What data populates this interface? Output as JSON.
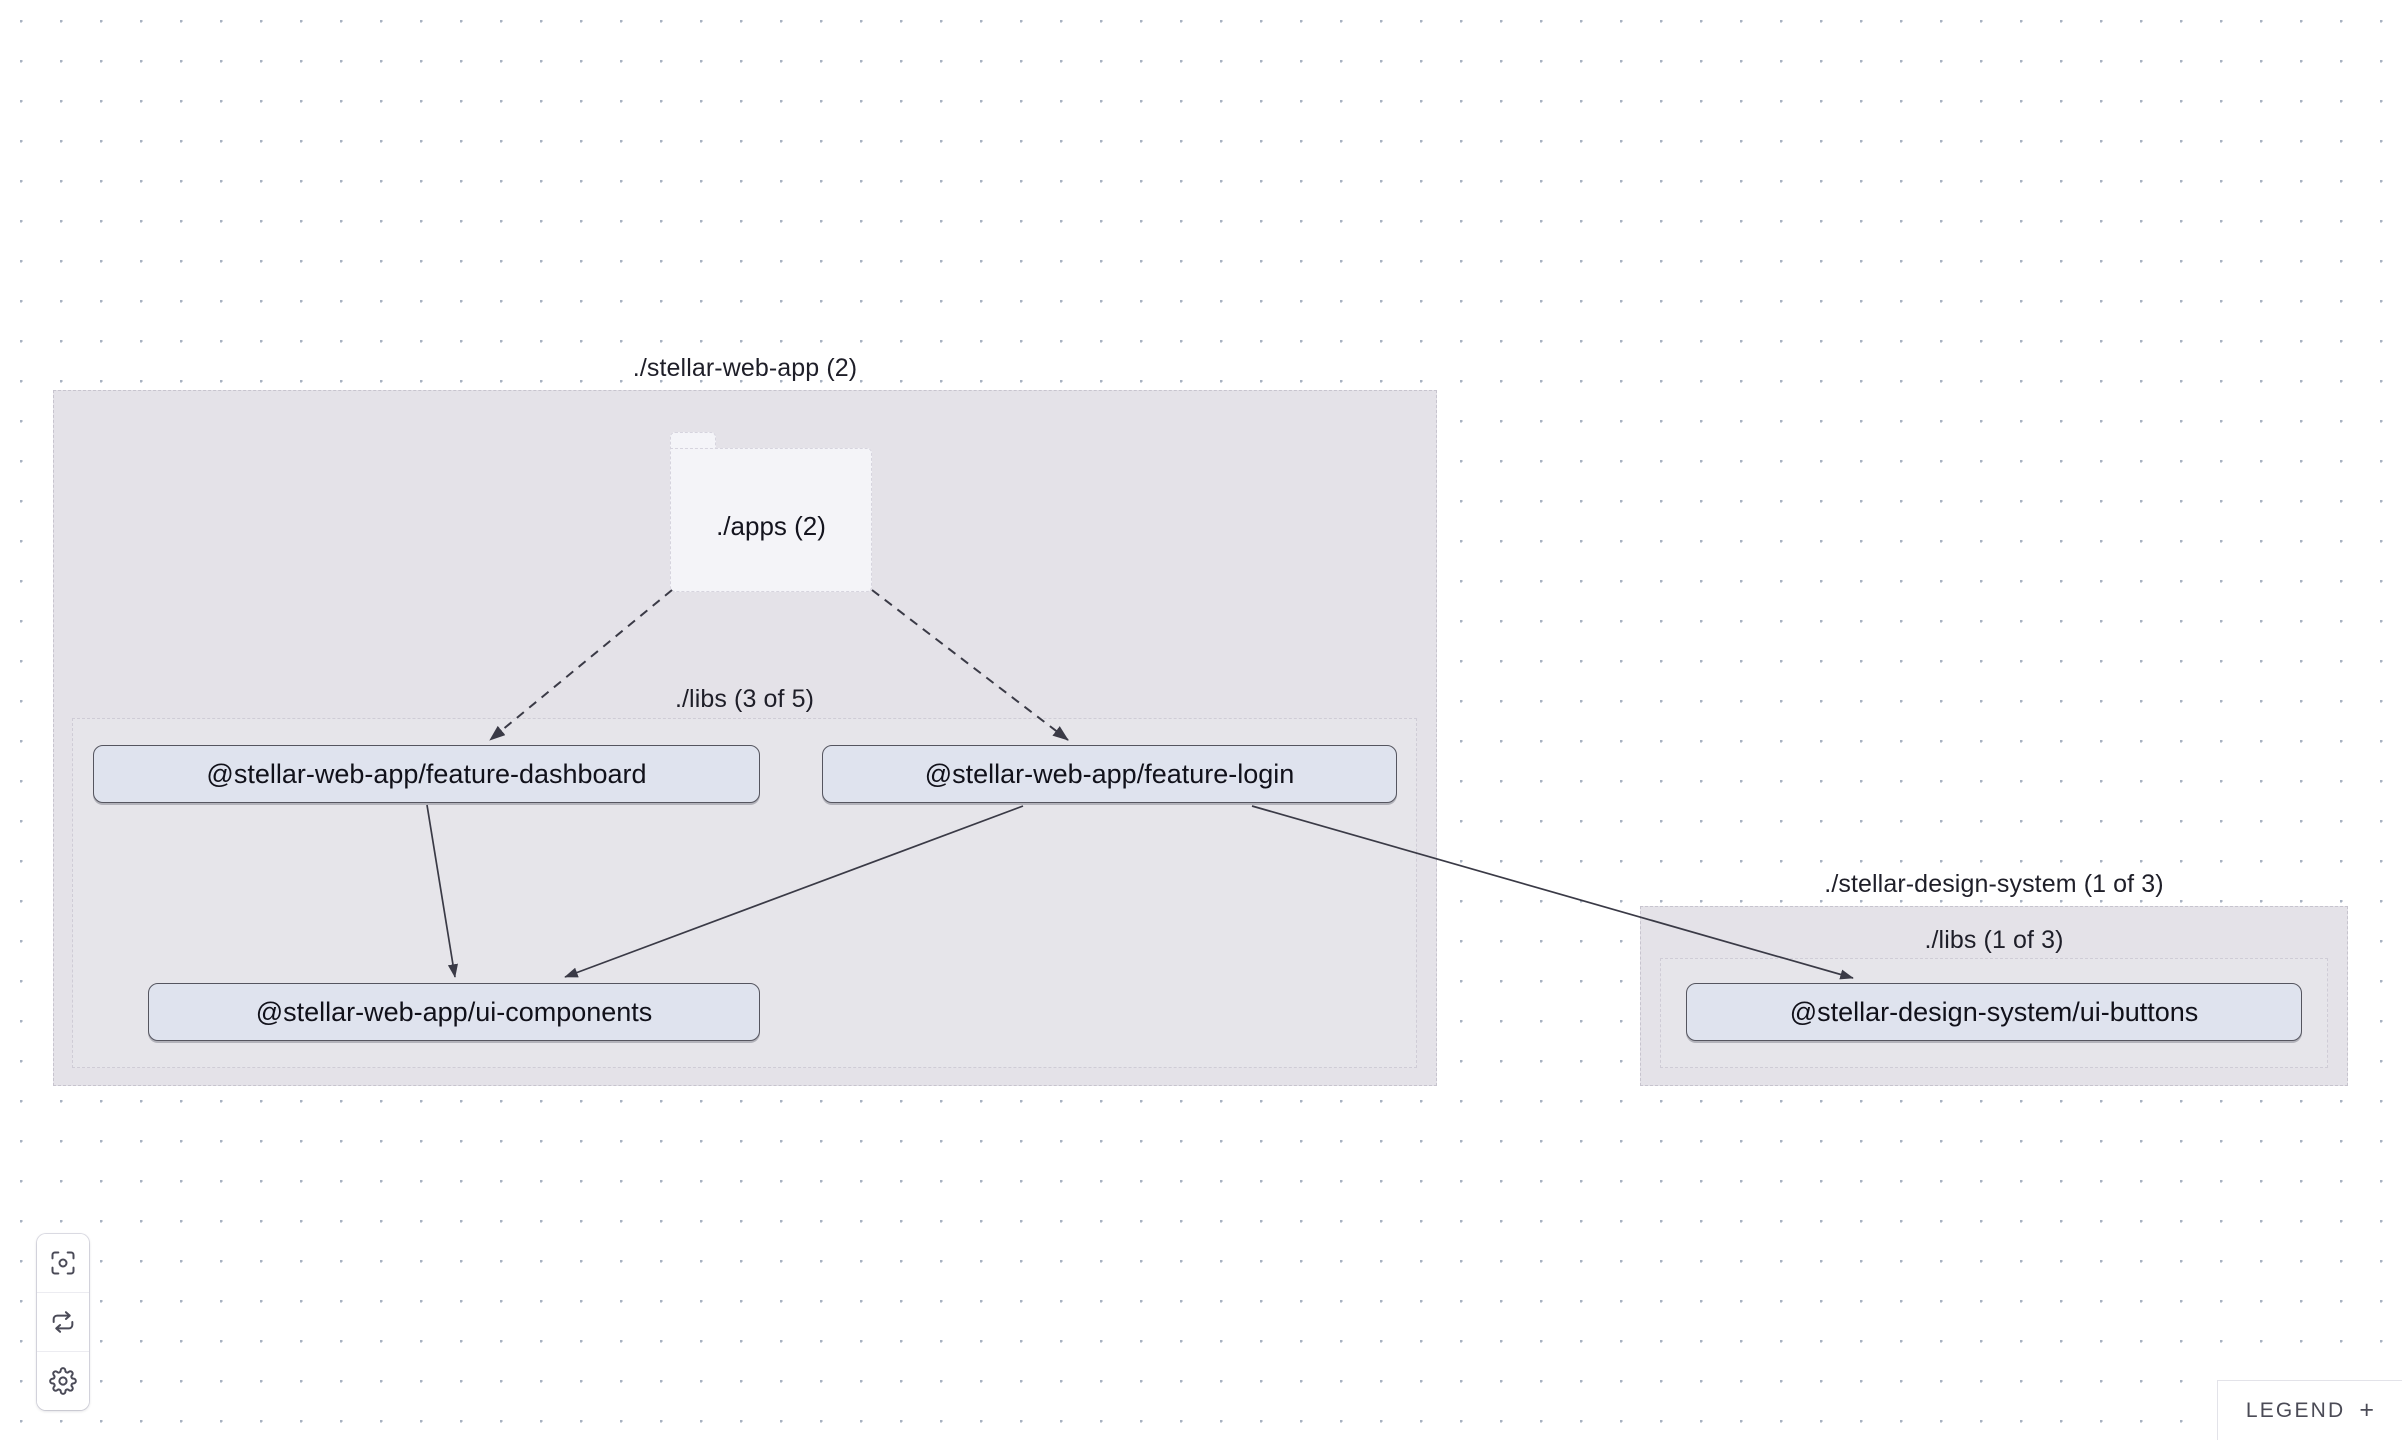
{
  "canvas": {
    "background_color": "#ffffff",
    "dot_color": "#a8b2c1",
    "grid_spacing": 40
  },
  "groups": [
    {
      "id": "stellar-web-app",
      "label": "./stellar-web-app (2)",
      "fill": "#e4e2e8",
      "border": "#c7c4ce"
    },
    {
      "id": "stellar-design-system",
      "label": "./stellar-design-system (1 of 3)",
      "fill": "#e4e2e8",
      "border": "#c7c4ce"
    }
  ],
  "directories": [
    {
      "id": "web-app-libs",
      "label": "./libs (3 of 5)"
    },
    {
      "id": "design-system-libs",
      "label": "./libs (1 of 3)"
    }
  ],
  "folder_nodes": [
    {
      "id": "apps",
      "label": "./apps (2)",
      "fill": "#f4f4f8"
    }
  ],
  "nodes": [
    {
      "id": "feature-dashboard",
      "label": "@stellar-web-app/feature-dashboard",
      "fill": "#dfe3ee",
      "border": "#55555f"
    },
    {
      "id": "feature-login",
      "label": "@stellar-web-app/feature-login",
      "fill": "#dfe3ee",
      "border": "#55555f"
    },
    {
      "id": "ui-components",
      "label": "@stellar-web-app/ui-components",
      "fill": "#dfe3ee",
      "border": "#55555f"
    },
    {
      "id": "ui-buttons",
      "label": "@stellar-design-system/ui-buttons",
      "fill": "#dfe3ee",
      "border": "#55555f"
    }
  ],
  "edges": [
    {
      "from": "apps",
      "to": "feature-dashboard",
      "style": "dashed"
    },
    {
      "from": "apps",
      "to": "feature-login",
      "style": "dashed"
    },
    {
      "from": "feature-dashboard",
      "to": "ui-components",
      "style": "solid"
    },
    {
      "from": "feature-login",
      "to": "ui-components",
      "style": "solid"
    },
    {
      "from": "feature-login",
      "to": "ui-buttons",
      "style": "solid"
    }
  ],
  "toolbar": {
    "buttons": [
      {
        "id": "focus",
        "icon": "focus-target-icon",
        "tooltip": "Focus graph"
      },
      {
        "id": "refresh",
        "icon": "refresh-sync-icon",
        "tooltip": "Refresh"
      },
      {
        "id": "settings",
        "icon": "gear-icon",
        "tooltip": "Settings"
      }
    ]
  },
  "legend": {
    "label": "LEGEND",
    "expand_glyph": "+"
  }
}
